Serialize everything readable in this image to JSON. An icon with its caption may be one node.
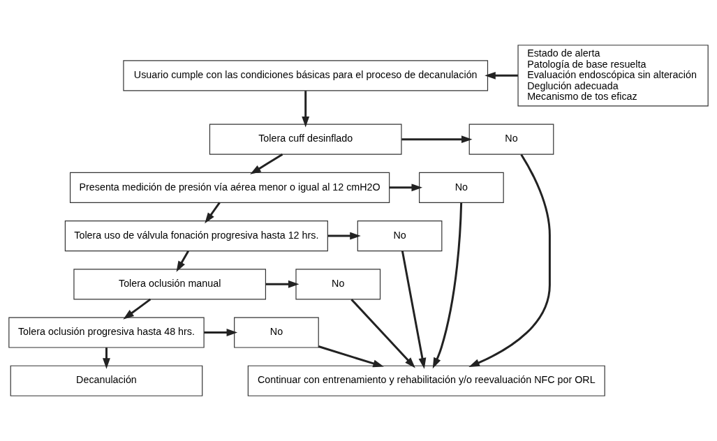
{
  "diagram": {
    "nodes": [
      {
        "text": [
          "Usuario cumple con las condiciones básicas para el proceso de decanulación"
        ]
      },
      {
        "text": [
          "Estado de alerta",
          "Patología de base resuelta",
          "Evaluación endoscópica sin alteración",
          "Deglución adecuada",
          "Mecanismo de tos eficaz"
        ]
      },
      {
        "text": [
          "Tolera cuff desinflado"
        ]
      },
      {
        "text": [
          "No"
        ]
      },
      {
        "text": [
          "Presenta medición de presión vía aérea menor o igual al 12 cmH2O"
        ]
      },
      {
        "text": [
          "No"
        ]
      },
      {
        "text": [
          "Tolera uso de válvula fonación progresiva hasta 12 hrs."
        ]
      },
      {
        "text": [
          "No"
        ]
      },
      {
        "text": [
          "Tolera oclusión manual"
        ]
      },
      {
        "text": [
          "No"
        ]
      },
      {
        "text": [
          "Tolera oclusión progresiva hasta 48 hrs."
        ]
      },
      {
        "text": [
          "No"
        ]
      },
      {
        "text": [
          "Continuar con entrenamiento y rehabilitación y/o reevaluación NFC por ORL"
        ]
      },
      {
        "text": [
          "Decanulación"
        ]
      }
    ],
    "edges": [
      {
        "from": 1,
        "to": 0,
        "arrow": "to"
      },
      {
        "from": 0,
        "to": 2,
        "arrow": "to"
      },
      {
        "from": 2,
        "to": 3,
        "arrow": "to"
      },
      {
        "from": 2,
        "to": 4,
        "arrow": "to"
      },
      {
        "from": 4,
        "to": 5,
        "arrow": "to"
      },
      {
        "from": 4,
        "to": 6,
        "arrow": "to"
      },
      {
        "from": 6,
        "to": 7,
        "arrow": "to"
      },
      {
        "from": 6,
        "to": 8,
        "arrow": "to"
      },
      {
        "from": 8,
        "to": 9,
        "arrow": "to"
      },
      {
        "from": 8,
        "to": 10,
        "arrow": "to"
      },
      {
        "from": 10,
        "to": 11,
        "arrow": "to"
      },
      {
        "from": 10,
        "to": 13,
        "arrow": "to"
      },
      {
        "from": 3,
        "to": 12,
        "arrow": "to"
      },
      {
        "from": 5,
        "to": 12,
        "arrow": "to"
      },
      {
        "from": 7,
        "to": 12,
        "arrow": "to"
      },
      {
        "from": 9,
        "to": 12,
        "arrow": "to"
      },
      {
        "from": 11,
        "to": 12,
        "arrow": "to"
      }
    ]
  }
}
